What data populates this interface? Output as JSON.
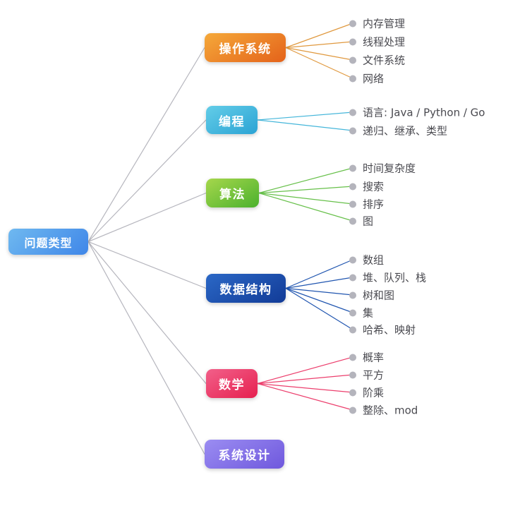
{
  "map": {
    "root": {
      "label": "问题类型",
      "color_from": "#6fb9f0",
      "color_to": "#3f86e8"
    },
    "connector_color": "#b6b6be",
    "bullet_color": "#b4b4bc",
    "branches": [
      {
        "id": "os",
        "label": "操作系统",
        "color_from": "#f5a93a",
        "color_to": "#e4621a",
        "line_color": "#e0993f",
        "children": [
          "内存管理",
          "线程处理",
          "文件系统",
          "网络"
        ]
      },
      {
        "id": "programming",
        "label": "编程",
        "color_from": "#63cde8",
        "color_to": "#2ba3d4",
        "line_color": "#45b6da",
        "children": [
          "语言: Java / Python / Go",
          "递归、继承、类型"
        ]
      },
      {
        "id": "algorithms",
        "label": "算法",
        "color_from": "#a6d74c",
        "color_to": "#4bb12d",
        "line_color": "#67c04a",
        "children": [
          "时间复杂度",
          "搜索",
          "排序",
          "图"
        ]
      },
      {
        "id": "data-structures",
        "label": "数据结构",
        "color_from": "#2b68c6",
        "color_to": "#123b97",
        "line_color": "#2156b0",
        "children": [
          "数组",
          "堆、队列、栈",
          "树和图",
          "集",
          "哈希、映射"
        ]
      },
      {
        "id": "math",
        "label": "数学",
        "color_from": "#f2608a",
        "color_to": "#e6204f",
        "line_color": "#ec3f6d",
        "children": [
          "概率",
          "平方",
          "阶乘",
          "整除、mod"
        ]
      },
      {
        "id": "system-design",
        "label": "系统设计",
        "color_from": "#9b8df2",
        "color_to": "#6f58dd",
        "line_color": "#8a76e8",
        "children": []
      }
    ]
  }
}
